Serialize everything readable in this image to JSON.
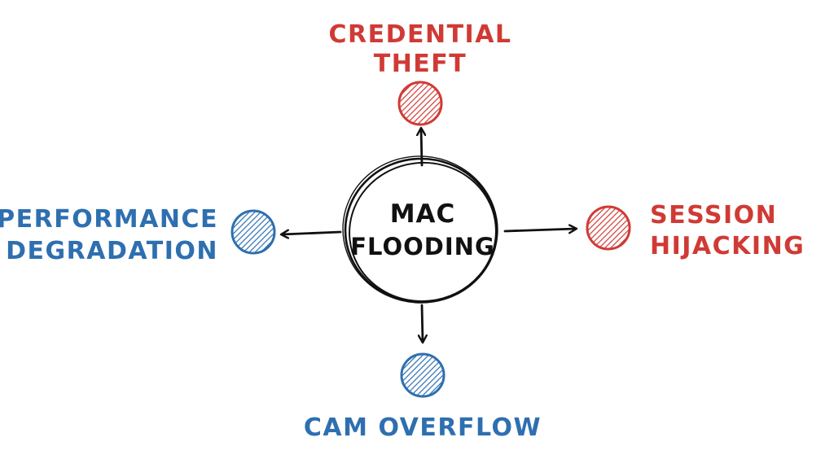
{
  "colors": {
    "risk": "#d03a35",
    "impact": "#2e6fb0",
    "ink": "#111111",
    "background": "#ffffff"
  },
  "center": {
    "line1": "MAC",
    "line2": "FLOODING"
  },
  "nodes": {
    "top": {
      "line1": "CREDENTIAL",
      "line2": "THEFT",
      "color": "risk"
    },
    "right": {
      "line1": "SESSION",
      "line2": "HIJACKING",
      "color": "risk"
    },
    "left": {
      "line1": "PERFORMANCE",
      "line2": "DEGRADATION",
      "color": "impact"
    },
    "bottom": {
      "line1": "CAM OVERFLOW",
      "color": "impact"
    }
  }
}
